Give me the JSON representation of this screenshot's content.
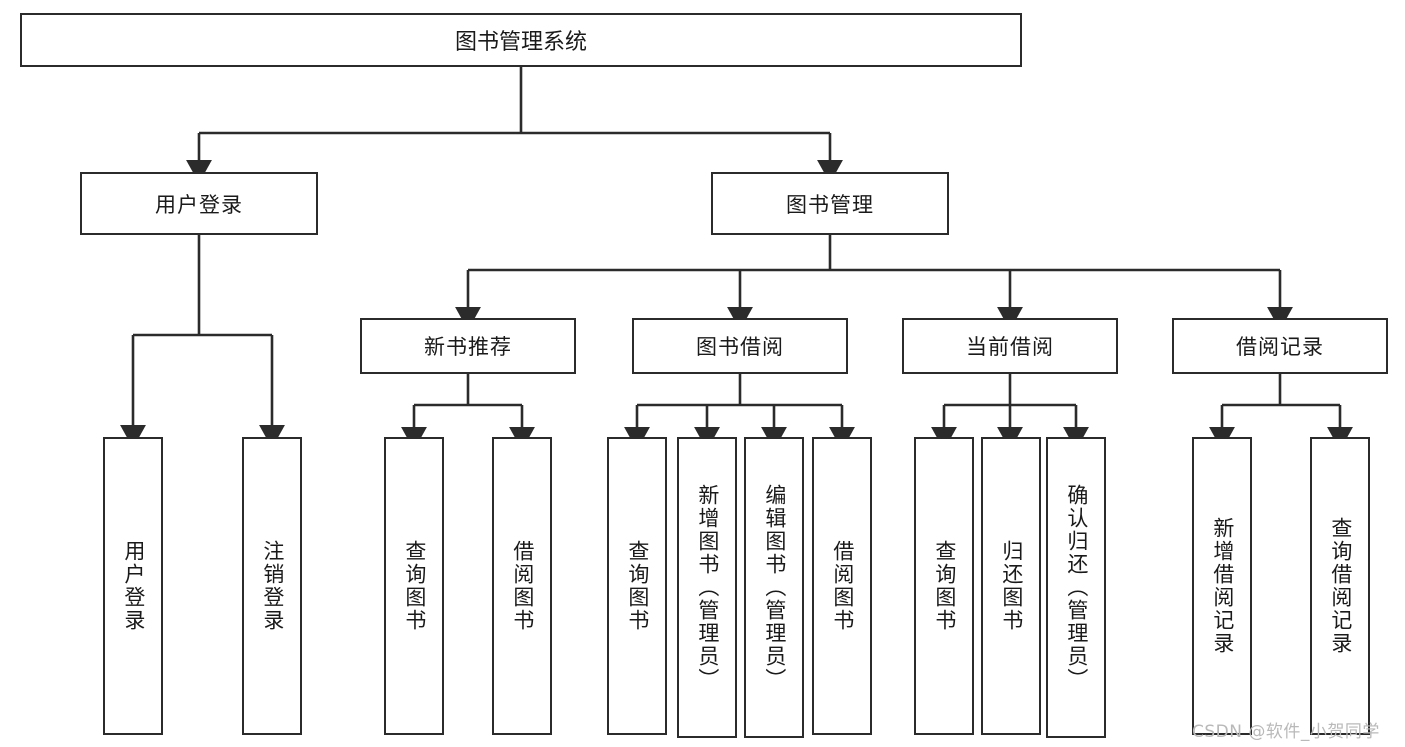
{
  "diagram": {
    "title_box": {
      "label": "图书管理系统"
    },
    "level2": [
      {
        "id": "user-login",
        "label": "用户登录"
      },
      {
        "id": "book-manage",
        "label": "图书管理"
      }
    ],
    "level3": [
      {
        "id": "new-book-recommend",
        "label": "新书推荐"
      },
      {
        "id": "book-borrow",
        "label": "图书借阅"
      },
      {
        "id": "current-borrow",
        "label": "当前借阅"
      },
      {
        "id": "borrow-record",
        "label": "借阅记录"
      }
    ],
    "leaves": {
      "user_login": [
        {
          "id": "leaf-user-login",
          "label": "用户登录"
        },
        {
          "id": "leaf-logout-login",
          "label": "注销登录"
        }
      ],
      "new_book_recommend": [
        {
          "id": "leaf-query-book-1",
          "label": "查询图书"
        },
        {
          "id": "leaf-borrow-book-1",
          "label": "借阅图书"
        }
      ],
      "book_borrow": [
        {
          "id": "leaf-query-book-2",
          "label": "查询图书"
        },
        {
          "id": "leaf-add-book-admin",
          "label": "新增图书（管理员）"
        },
        {
          "id": "leaf-edit-book-admin",
          "label": "编辑图书（管理员）"
        },
        {
          "id": "leaf-borrow-book-2",
          "label": "借阅图书"
        }
      ],
      "current_borrow": [
        {
          "id": "leaf-query-book-3",
          "label": "查询图书"
        },
        {
          "id": "leaf-return-book",
          "label": "归还图书"
        },
        {
          "id": "leaf-confirm-return-admin",
          "label": "确认归还（管理员）"
        }
      ],
      "borrow_record": [
        {
          "id": "leaf-add-borrow-record",
          "label": "新增借阅记录"
        },
        {
          "id": "leaf-query-borrow-record",
          "label": "查询借阅记录"
        }
      ]
    },
    "watermark": "CSDN @软件_小贺同学",
    "colors": {
      "stroke": "#2b2b2b",
      "text": "#1a1a1a",
      "background": "#ffffff",
      "watermark": "#b9b9b9"
    }
  }
}
